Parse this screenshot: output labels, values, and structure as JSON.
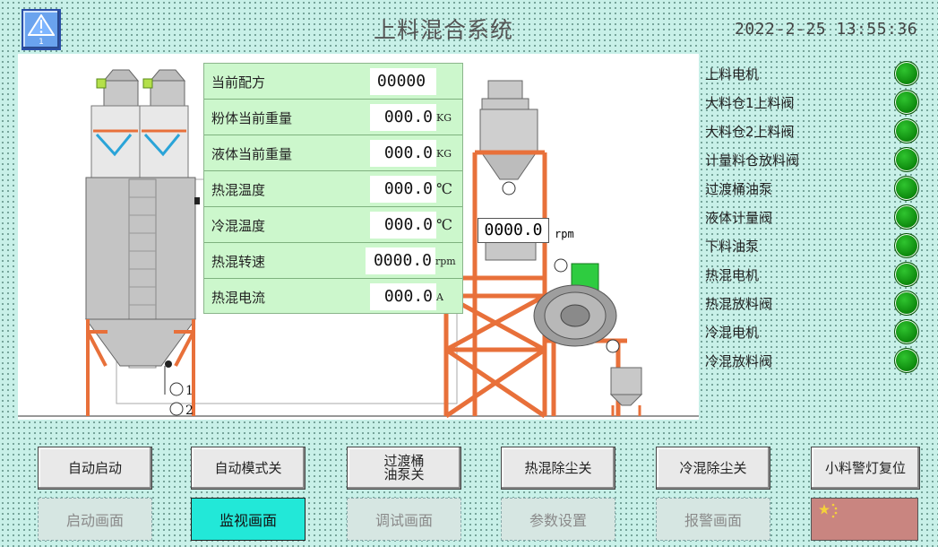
{
  "header": {
    "home_number": "1",
    "title": "上料混合系统",
    "datetime": "2022-2-25 13:55:36"
  },
  "data_table": [
    {
      "label": "当前配方",
      "value": "00000",
      "unit": ""
    },
    {
      "label": "粉体当前重量",
      "value": "000.0",
      "unit": "KG"
    },
    {
      "label": "液体当前重量",
      "value": "000.0",
      "unit": "KG"
    },
    {
      "label": "热混温度",
      "value": "000.0",
      "unit": "℃"
    },
    {
      "label": "冷混温度",
      "value": "000.0",
      "unit": "℃"
    },
    {
      "label": "热混转速",
      "value": "0000.0",
      "unit": "rpm"
    },
    {
      "label": "热混电流",
      "value": "000.0",
      "unit": "A"
    }
  ],
  "mixer_speed": {
    "value": "0000.0",
    "unit": "rpm"
  },
  "silo_markers": [
    "1",
    "2"
  ],
  "status_list": [
    {
      "label": "上料电机",
      "state": "on"
    },
    {
      "label": "大料仓1上料阀",
      "state": "on"
    },
    {
      "label": "大料仓2上料阀",
      "state": "on"
    },
    {
      "label": "计量料仓放料阀",
      "state": "on"
    },
    {
      "label": "过渡桶油泵",
      "state": "on"
    },
    {
      "label": "液体计量阀",
      "state": "on"
    },
    {
      "label": "下料油泵",
      "state": "on"
    },
    {
      "label": "热混电机",
      "state": "on"
    },
    {
      "label": "热混放料阀",
      "state": "on"
    },
    {
      "label": "冷混电机",
      "state": "on"
    },
    {
      "label": "冷混放料阀",
      "state": "on"
    }
  ],
  "buttons": {
    "auto_start": "自动启动",
    "auto_mode_off": "自动模式关",
    "transfer_pump_off_line1": "过渡桶",
    "transfer_pump_off_line2": "油泵关",
    "hot_dust_off": "热混除尘关",
    "cold_dust_off": "冷混除尘关",
    "small_warning_reset": "小料警灯复位"
  },
  "nav": {
    "start_screen": "启动画面",
    "monitor_screen": "监视画面",
    "debug_screen": "调试画面",
    "param_settings": "参数设置",
    "alarm_screen": "报警画面"
  },
  "colors": {
    "background": "#c8f0e8",
    "panel": "#ccf7cc",
    "lamp_on": "#0e8a0e",
    "nav_active": "#22e8d8",
    "frame_orange": "#e8703a",
    "flag_red": "#c98580"
  }
}
